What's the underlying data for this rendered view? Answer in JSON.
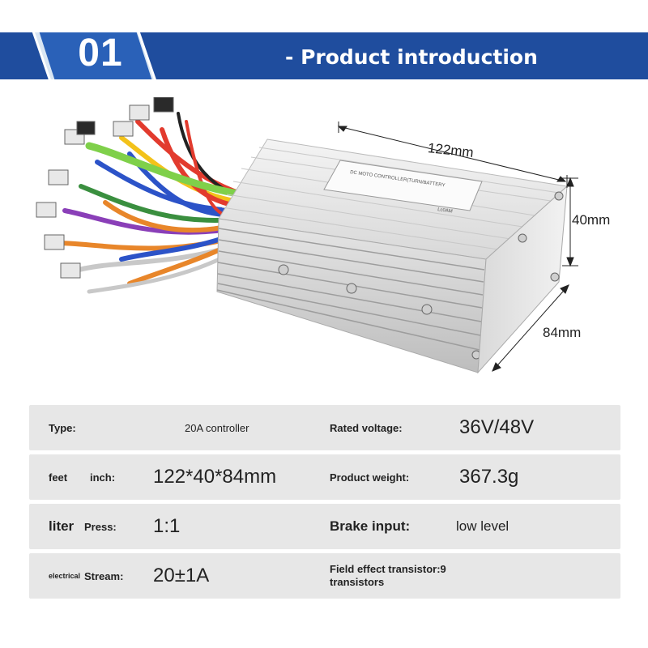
{
  "header": {
    "badge": "01",
    "title": "- Product introduction",
    "colors": {
      "banner": "#1f4d9e",
      "badge": "#d9e6f3"
    }
  },
  "product": {
    "label_text_1": "DC MOTO CONTROLLER(TURN/BATTERY",
    "label_text_2": "Lc0AM",
    "dimensions": {
      "length": "122mm",
      "height": "40mm",
      "depth": "84mm"
    }
  },
  "specs": [
    {
      "left_label_a": "Type:",
      "left_label_b": "",
      "left_value": "20A controller",
      "right_label": "Rated voltage:",
      "right_value": "36V/48V"
    },
    {
      "left_label_a": "feet",
      "left_label_b": "inch:",
      "left_value": "122*40*84mm",
      "right_label": "Product weight:",
      "right_value": "367.3g"
    },
    {
      "left_label_a": "liter",
      "left_label_b": "Press:",
      "left_value": "1:1",
      "right_label": "Brake input:",
      "right_value": "low level"
    },
    {
      "left_label_a": "electrical",
      "left_label_b": "Stream:",
      "left_value": "20±1A",
      "right_label": "Field effect transistor:9 transistors",
      "right_value": ""
    }
  ]
}
